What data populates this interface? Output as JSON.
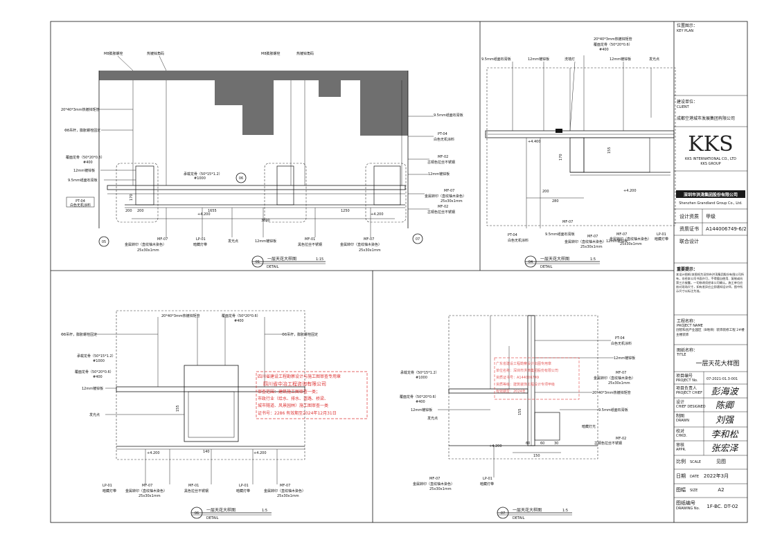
{
  "title_block": {
    "key_plan_label": "位置图示：",
    "key_plan_en": "KEY PLAN",
    "client_label": "建设单位：",
    "client_en": "CLIENT",
    "client_name": "成都空港城市发展集团有限公司",
    "logo_text": "KKS",
    "logo_company_en": "KKS INTERNATIONAL CO., LTD",
    "logo_group_en": "KKS GROUP",
    "contractor_name_cn": "深圳市洪涛集团股份有限公司",
    "contractor_name_en": "Shenzhen Grandland Group Co., Ltd.",
    "qualification_label": "设计资质",
    "qualification_value": "甲级",
    "cert_label": "资质证书",
    "cert_value": "A144006749-6/2",
    "joint_design": "联合设计",
    "notice_title": "重要提示：",
    "notice_text": "本设计图纸(本图纸为深圳市洪涛集团股份有限公司所有，非经本公司书面许可，不得擅自使用、复制或向第三方披露，一切修改须经本公司确认。施工单位应核对现场尺寸，如有差异应立即通知设计师，图中所示尺寸以标注为准。",
    "project_label": "工程名称：",
    "project_en": "PROJECT NAME",
    "project_name": "创智科创产业园区（B地块）装饰装修工程 2#楼主楼装饰",
    "drawing_name_label": "图纸名称：",
    "drawing_name_en": "TITLE",
    "drawing_title": "一层天花大样图",
    "project_no_label": "项目编号",
    "project_no_en": "PROJECT No.",
    "project_no": "07-2021-01.3-001",
    "project_chief_label": "项目负责人",
    "project_chief_en": "PROJECT CHIEF",
    "designed_label": "设计",
    "designed_en": "CHIEF DESIGNED",
    "drawn_label": "制图",
    "drawn_en": "DRAWN",
    "checked_label": "校对",
    "checked_en": "CHKD.",
    "approved_label": "审核",
    "approved_en": "APPR.",
    "scale_label": "比例",
    "scale_en": "SCALE",
    "scale_value": "见图",
    "date_label": "日期",
    "date_en": "DATE",
    "date_value": "2022年3月",
    "size_label": "图幅",
    "size_en": "SIZE",
    "size_value": "A2",
    "drawing_no_label": "图纸编号",
    "drawing_no_en": "DRAWING No.",
    "drawing_no": "1F-BC. DT-02",
    "sig_chief": "彭海波",
    "sig_designed": "陈卿",
    "sig_drawn": "刘强",
    "sig_checked": "李和松",
    "sig_approved": "张宏泽"
  },
  "details": [
    {
      "id": "01",
      "title": "一层天花大样图",
      "scale": "1:15",
      "sub": "DETAIL",
      "section_refs": [
        "05",
        "06",
        "07"
      ],
      "labels": [
        "M8膨胀螺栓",
        "热镀锌角码",
        "M8膨胀螺栓",
        "热镀锌角码",
        "20*40*3mm热镀锌矩管",
        "Φ8吊杆，膨胀螺栓固定",
        "9.5mm纸面石膏板",
        "PT-04",
        "白色无机涂料",
        "MF-02",
        "古铜色拉丝不锈钢",
        "覆面龙骨（50*20*0.6）",
        "#400",
        "12mm镀锌板",
        "承载龙骨（50*15*1.2）",
        "#1000",
        "9.5mm纸面石膏板",
        "12mm镀锌板",
        "MF-07",
        "金属转印（直纹柚木染色）",
        "25x30x1mm",
        "MF-02",
        "古铜色拉丝不锈钢",
        "PT-04",
        "白色无机涂料",
        "MF-07",
        "金属转印（直纹柚木染色）",
        "25x30x1mm",
        "LP-01",
        "暗藏灯带",
        "发光点",
        "12mm镀锌板",
        "MF-01",
        "黑色拉丝不锈钢",
        "MF-07",
        "金属转印（直纹柚木染色）",
        "25x30x1mm"
      ],
      "dims": [
        "200",
        "200",
        "170",
        "1655",
        "1250",
        "3890",
        "+4.200",
        "+4.200"
      ]
    },
    {
      "id": "04",
      "title": "一层天花大样图",
      "scale": "1:5",
      "sub": "DETAIL",
      "labels": [
        "20*40*3mm热镀锌矩管",
        "#400",
        "覆面龙骨（50*20*0.6）",
        "9.5mm纸面石膏板",
        "12mm镀锌板",
        "洗墙灯",
        "12mm镀锌板",
        "发光点",
        "MF-07",
        "金属转印（直纹柚木染色）",
        "25x30x1mm",
        "PT-04",
        "白色无机涂料",
        "MF-07",
        "9.5mm纸面石膏板",
        "12mm镀锌板",
        "MF-07",
        "金属转印（直纹柚木染色）",
        "25x30x1mm",
        "LP-01",
        "暗藏灯带"
      ],
      "dims": [
        "+4.400",
        "+4.200",
        "170",
        "155",
        "200",
        "280"
      ]
    },
    {
      "id": "06",
      "title": "一层天花大样图",
      "scale": "1:5",
      "sub": "DETAIL",
      "labels": [
        "20*40*3mm热镀锌矩管",
        "覆面龙骨（50*20*0.6）",
        "#400",
        "Φ8吊杆，膨胀螺栓固定",
        "Φ8吊杆，膨胀螺栓固定",
        "承载龙骨（50*15*1.2）",
        "#1000",
        "覆面龙骨（50*20*0.6）",
        "#400",
        "12mm镀锌板",
        "发光点",
        "LP-01",
        "暗藏灯带",
        "MF-07",
        "金属转印（直纹柚木染色）",
        "25x30x1mm",
        "MF-01",
        "黑色拉丝不锈钢",
        "LP-01",
        "暗藏灯带",
        "MF-07",
        "金属转印（直纹柚木染色）",
        "25x30x1mm"
      ],
      "dims": [
        "155",
        "140",
        "+4.200",
        "+4.200"
      ]
    },
    {
      "id": "07",
      "title": "一层天花大样图",
      "scale": "1:5",
      "sub": "DETAIL",
      "labels": [
        "PT-04",
        "白色无机涂料",
        "12mm镀锌板",
        "MF-07",
        "金属转印（直纹柚木染色）",
        "25x30x1mm",
        "承载龙骨（50*15*1.2）",
        "#1000",
        "20*40*3mm热镀锌矩管",
        "覆面龙骨（50*20*0.6）",
        "#400",
        "12mm镀锌板",
        "9.5mm纸面石膏板",
        "发光点",
        "暗藏灯光",
        "MF-02",
        "古铜色拉丝不锈钢",
        "MF-07",
        "金属转印（直纹柚木染色）",
        "25x30x1mm",
        "LP-01",
        "暗藏灯带"
      ],
      "dims": [
        "155",
        "60",
        "60",
        "30",
        "150",
        "+4.200"
      ]
    }
  ],
  "stamps": [
    {
      "lines": [
        "四川省建设工程勘察设计与施工图审查专用章",
        "四川省中冶工程咨询有限公司",
        "审查范围：建筑施工图审查一类；",
        "市政行业（给水、排水、道路、桥梁、",
        "城市隧道、风景园林）施工图审查一类",
        "证书号：2286 有效期至2024年12月31日"
      ]
    },
    {
      "lines": [
        "广东省建设工程勘察设计出图专用章",
        "单位名称：深圳市洪涛集团股份有限公司",
        "资质证书号：A144006749",
        "资质等级：建筑装饰工程设计专项甲级",
        "有效期至：2024年"
      ]
    }
  ]
}
